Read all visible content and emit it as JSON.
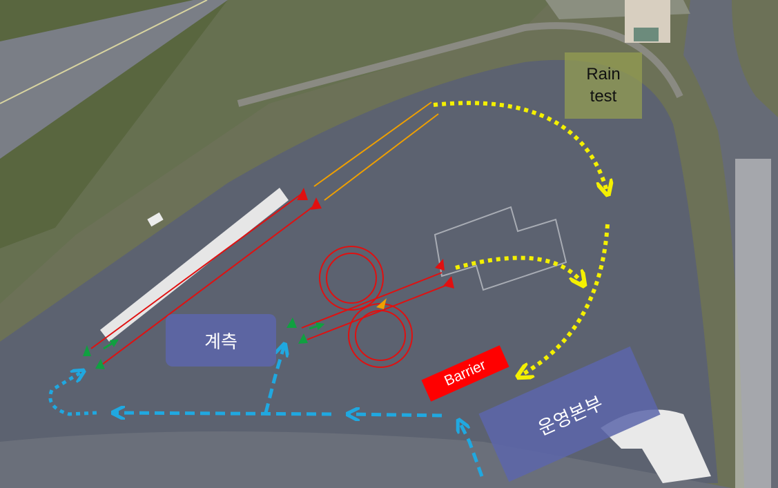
{
  "labels": {
    "rain_test_line1": "Rain",
    "rain_test_line2": "test",
    "measurement": "계측",
    "barrier": "Barrier",
    "operations_hq": "운영본부"
  },
  "colors": {
    "asphalt": "#5c6270",
    "vegetation": "#5f6d48",
    "route_red": "#e01010",
    "route_orange": "#f0a000",
    "route_yellow": "#f4f000",
    "route_blue": "#20a8e0",
    "marker_green": "#10a040",
    "label_blue": "#5c66aa",
    "label_olive": "#96a050",
    "barrier_red": "#ff0000"
  }
}
